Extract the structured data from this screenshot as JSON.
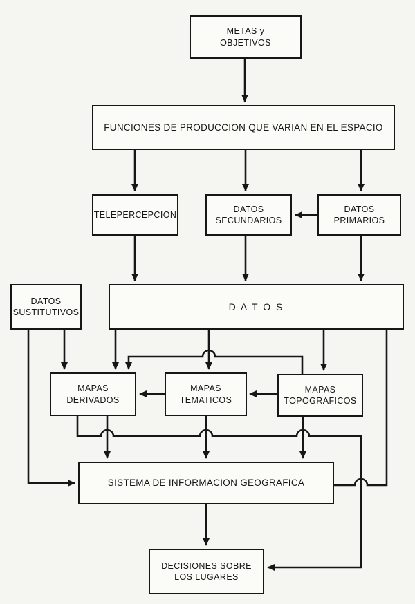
{
  "diagram": {
    "language": "es",
    "colors": {
      "background": "#f5f5f2",
      "line": "#161616",
      "box_border": "#161616",
      "box_fill": "#fbfbf8"
    },
    "nodes": {
      "metas": {
        "label": "METAS y\nOBJETIVOS"
      },
      "funciones": {
        "label": "FUNCIONES DE PRODUCCION QUE VARIAN EN EL ESPACIO"
      },
      "telepercepcion": {
        "label": "TELEPERCEPCION"
      },
      "datos_secundarios": {
        "label": "DATOS\nSECUNDARIOS"
      },
      "datos_primarios": {
        "label": "DATOS\nPRIMARIOS"
      },
      "datos_sustitutivos": {
        "label": "DATOS\nSUSTITUTIVOS"
      },
      "datos": {
        "label": "D A T O S"
      },
      "mapas_derivados": {
        "label": "MAPAS\nDERIVADOS"
      },
      "mapas_tematicos": {
        "label": "MAPAS\nTEMATICOS"
      },
      "mapas_topograficos": {
        "label": "MAPAS\nTOPOGRAFICOS"
      },
      "sistema": {
        "label": "SISTEMA DE INFORMACION GEOGRAFICA"
      },
      "decisiones": {
        "label": "DECISIONES SOBRE\nLOS LUGARES"
      }
    },
    "edges": [
      {
        "from": "metas",
        "to": "funciones",
        "arrow": true
      },
      {
        "from": "funciones",
        "to": "telepercepcion",
        "arrow": true
      },
      {
        "from": "funciones",
        "to": "datos_secundarios",
        "arrow": true
      },
      {
        "from": "funciones",
        "to": "datos_primarios",
        "arrow": true
      },
      {
        "from": "datos_primarios",
        "to": "datos_secundarios",
        "arrow": true
      },
      {
        "from": "telepercepcion",
        "to": "datos",
        "arrow": true
      },
      {
        "from": "datos_secundarios",
        "to": "datos",
        "arrow": true
      },
      {
        "from": "datos_primarios",
        "to": "datos",
        "arrow": true
      },
      {
        "from": "datos_sustitutivos",
        "to": "mapas_derivados",
        "arrow": true
      },
      {
        "from": "datos_sustitutivos",
        "to": "sistema",
        "arrow": true
      },
      {
        "from": "datos",
        "to": "mapas_derivados",
        "arrow": true
      },
      {
        "from": "datos",
        "to": "mapas_tematicos",
        "arrow": true
      },
      {
        "from": "datos",
        "to": "mapas_topograficos",
        "arrow": true
      },
      {
        "from": "mapas_topograficos",
        "to": "mapas_derivados",
        "arrow": true
      },
      {
        "from": "mapas_tematicos",
        "to": "mapas_derivados",
        "arrow": true
      },
      {
        "from": "mapas_topograficos",
        "to": "mapas_tematicos",
        "arrow": true
      },
      {
        "from": "mapas_derivados",
        "to": "sistema",
        "arrow": true
      },
      {
        "from": "mapas_tematicos",
        "to": "sistema",
        "arrow": true
      },
      {
        "from": "mapas_topograficos",
        "to": "sistema",
        "arrow": true
      },
      {
        "from": "mapas_derivados",
        "to": "decisiones",
        "arrow": true
      },
      {
        "from": "sistema",
        "to": "decisiones",
        "arrow": true
      },
      {
        "from": "datos",
        "to": "sistema",
        "arrow": false
      }
    ]
  }
}
